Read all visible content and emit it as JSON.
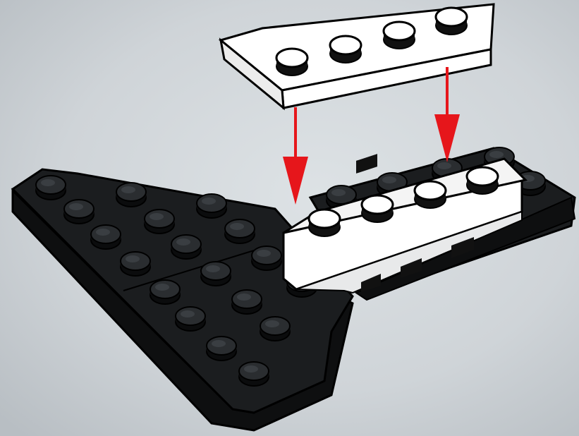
{
  "diagram": {
    "kind": "assembly-instruction-step",
    "colors": {
      "background_center": "#d8dde0",
      "background_edge": "#b9bfc4",
      "black_brick": "#1a1c1e",
      "black_brick_side": "#0e0f10",
      "black_stud_top": "#2c2f32",
      "white_brick": "#fbfbfb",
      "white_brick_side": "#e9eaeb",
      "outline": "#000000",
      "arrow": "#e6161b"
    },
    "parts": [
      {
        "id": "white-plate-1x4-top",
        "color": "white",
        "studs": 4,
        "role": "being-placed"
      },
      {
        "id": "white-plate-1x4-attached",
        "color": "white",
        "studs": 4,
        "role": "already-placed"
      },
      {
        "id": "black-wedge-plate",
        "color": "black",
        "studs": 20,
        "role": "base"
      }
    ],
    "arrows": [
      {
        "id": "arrow-left",
        "direction": "down"
      },
      {
        "id": "arrow-right",
        "direction": "down"
      }
    ]
  }
}
